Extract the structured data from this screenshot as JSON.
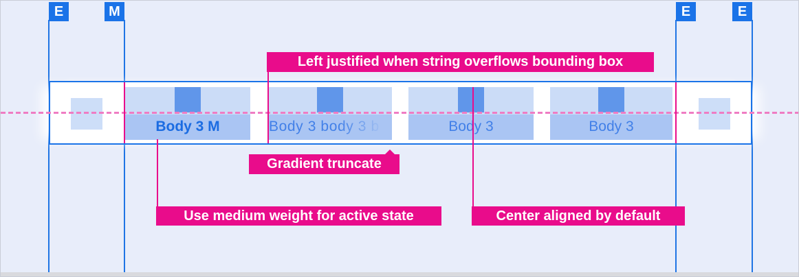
{
  "markers": [
    {
      "label": "E"
    },
    {
      "label": "M"
    },
    {
      "label": "E"
    },
    {
      "label": "E"
    }
  ],
  "tabs": [
    {
      "label": "Body 3 M",
      "state": "active",
      "weight": "medium",
      "alignment": "center"
    },
    {
      "label": "Body 3 body 3 b",
      "truncation": "gradient",
      "alignment": "left"
    },
    {
      "label": "Body 3",
      "state": "inactive",
      "alignment": "center"
    },
    {
      "label": "Body 3",
      "state": "inactive",
      "alignment": "center"
    }
  ],
  "annotations": {
    "left_justified": "Left justified when string overflows bounding box",
    "gradient_truncate": "Gradient truncate",
    "medium_weight": "Use medium weight for active state",
    "center_aligned": "Center aligned by default"
  },
  "colors": {
    "guide_blue": "#1a73e8",
    "annotation_magenta": "#e90c8b",
    "dashed_pink": "#ef7cc3",
    "icon_blue": "#6096ea",
    "icon_band_light_blue": "#cbdcf7",
    "label_band_blue": "#aac5f3",
    "active_text_blue": "#1b6ce2",
    "inactive_text_blue": "#4280e8",
    "background": "#e8edfa"
  }
}
